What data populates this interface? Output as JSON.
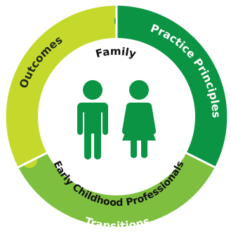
{
  "diagram": {
    "segments": [
      {
        "key": "outcomes",
        "label": "Outcomes",
        "color": "#c5d92d"
      },
      {
        "key": "practice_principles",
        "label": "Practice Principles",
        "color": "#0b9444"
      },
      {
        "key": "transitions",
        "label": "Transitions",
        "color": "#7fbf3f"
      }
    ],
    "center": {
      "top_label": "Family",
      "bottom_label": "Early Childhood Professionals",
      "figures": [
        {
          "icon": "male-figure-icon",
          "color": "#0b9444"
        },
        {
          "icon": "female-figure-icon",
          "color": "#0b9444"
        }
      ]
    },
    "colors": {
      "divider": "#ffffff",
      "center_fill": "#ffffff",
      "text_dark": "#111111"
    }
  }
}
